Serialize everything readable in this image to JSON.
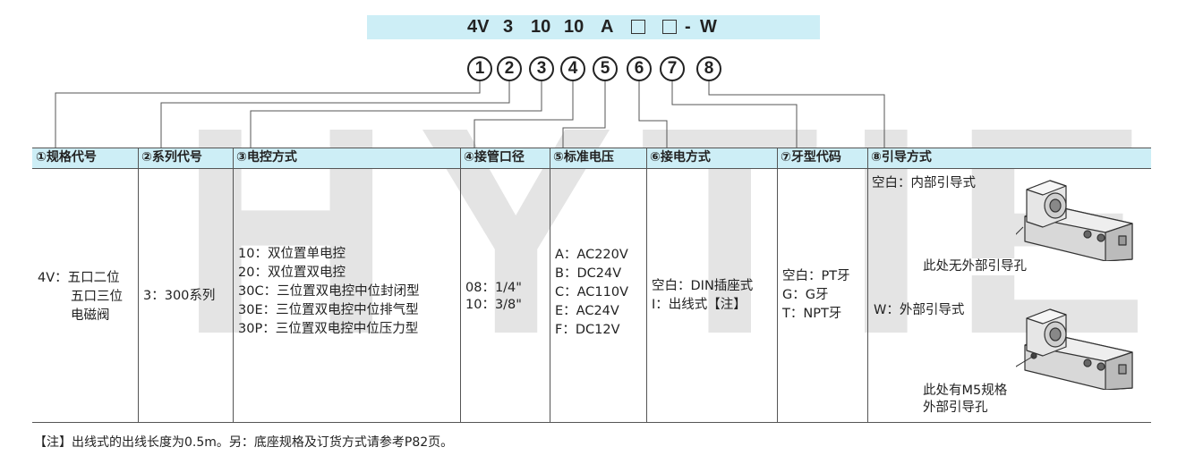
{
  "watermark": "HYTIE",
  "code": {
    "parts": [
      "4V",
      "3",
      "10",
      "10",
      "A",
      "-",
      "W"
    ],
    "numbers": [
      "1",
      "2",
      "3",
      "4",
      "5",
      "6",
      "7",
      "8"
    ]
  },
  "table": {
    "headers": [
      "①规格代号",
      "②系列代号",
      "③电控方式",
      "④接管口径",
      "⑤标准电压",
      "⑥接电方式",
      "⑦牙型代码",
      "⑧引导方式"
    ],
    "col1": [
      "4V：五口二位",
      "五口三位",
      "电磁阀"
    ],
    "col2": [
      "3：300系列"
    ],
    "col3": [
      "10：双位置单电控",
      "20：双位置双电控",
      "30C：三位置双电控中位封闭型",
      "30E：三位置双电控中位排气型",
      "30P：三位置双电控中位压力型"
    ],
    "col4": [
      "08：1/4\"",
      "10：3/8\""
    ],
    "col5": [
      "A：AC220V",
      "B：DC24V",
      "C：AC110V",
      "E：AC24V",
      "F：DC12V"
    ],
    "col6": [
      "空白：DIN插座式",
      "I：出线式【注】"
    ],
    "col7": [
      "空白：PT牙",
      "G：G牙",
      "T：NPT牙"
    ],
    "col8": {
      "internal": "空白：内部引导式",
      "internal_note": "此处无外部引导孔",
      "external": "W：外部引导式",
      "external_note_1": "此处有M5规格",
      "external_note_2": "外部引导孔"
    }
  },
  "footnote": "【注】出线式的出线长度为0.5m。另：底座规格及订货方式请参考P82页。"
}
